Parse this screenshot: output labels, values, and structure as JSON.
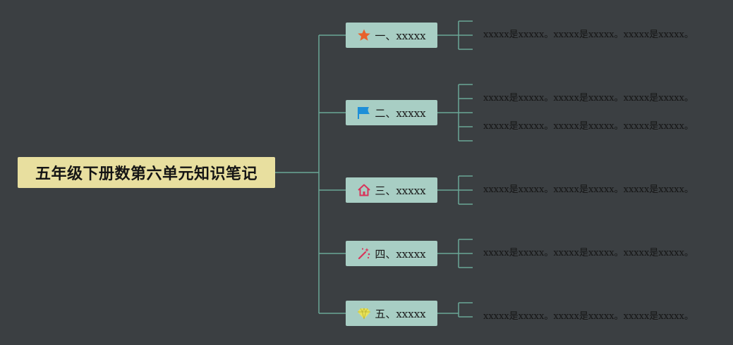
{
  "root": {
    "title": "五年级下册数第六单元知识笔记"
  },
  "topics": [
    {
      "label": "一、xxxxx",
      "icon": "star-icon",
      "icon_color": "#e8612c",
      "notes": [
        "",
        "xxxxx是xxxxx。xxxxx是xxxxx。xxxxx是xxxxx。",
        ""
      ]
    },
    {
      "label": "二、xxxxx",
      "icon": "flag-icon",
      "icon_color": "#1e8fd8",
      "notes": [
        "",
        "xxxxx是xxxxx。xxxxx是xxxxx。xxxxx是xxxxx。",
        "",
        "xxxxx是xxxxx。xxxxx是xxxxx。xxxxx是xxxxx。",
        ""
      ]
    },
    {
      "label": "三、xxxxx",
      "icon": "house-icon",
      "icon_color": "#d8345a",
      "notes": [
        "",
        "xxxxx是xxxxx。xxxxx是xxxxx。xxxxx是xxxxx。",
        ""
      ]
    },
    {
      "label": "四、xxxxx",
      "icon": "magic-wand-icon",
      "icon_color": "#d8345a",
      "notes": [
        "",
        "xxxxx是xxxxx。xxxxx是xxxxx。xxxxx是xxxxx。",
        ""
      ]
    },
    {
      "label": "五、xxxxx",
      "icon": "diamond-icon",
      "icon_color": "#e9e35a",
      "notes": [
        "",
        "xxxxx是xxxxx。xxxxx是xxxxx。xxxxx是xxxxx。"
      ]
    }
  ],
  "colors": {
    "background": "#3b3f42",
    "root_fill": "#e8df9f",
    "topic_fill": "#a8cec4",
    "connector": "#6aa796"
  }
}
